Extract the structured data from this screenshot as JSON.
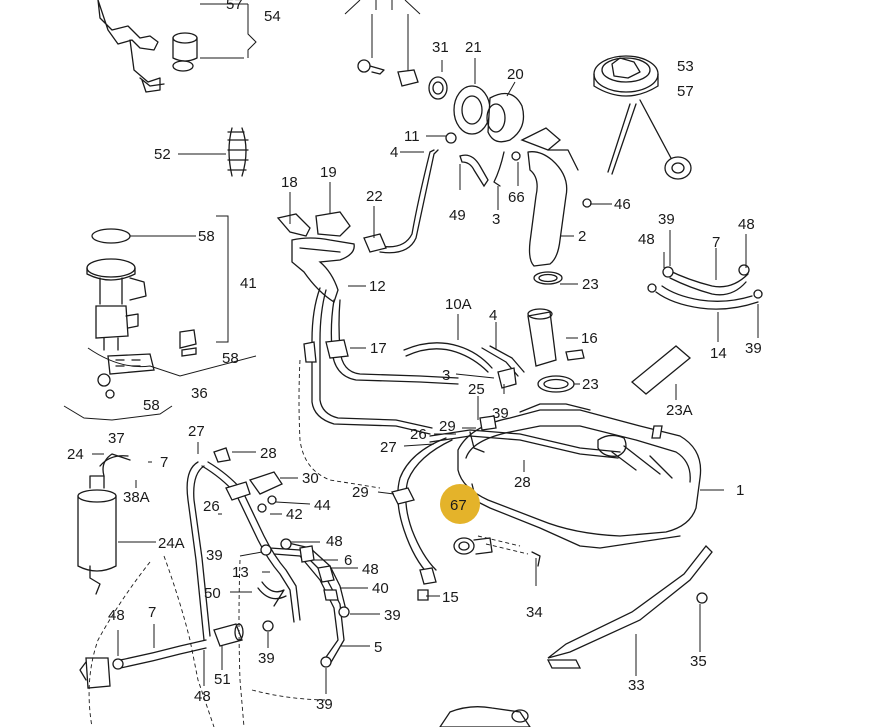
{
  "diagram": {
    "highlight_color": "#e4b32a",
    "highlighted_label": "67",
    "labels": [
      "57",
      "54",
      "31",
      "21",
      "20",
      "53",
      "57",
      "11",
      "4",
      "52",
      "66",
      "46",
      "18",
      "19",
      "22",
      "49",
      "3",
      "2",
      "39",
      "48",
      "7",
      "48",
      "58",
      "12",
      "23",
      "41",
      "10A",
      "4",
      "16",
      "17",
      "3",
      "23",
      "58",
      "36",
      "25",
      "39",
      "14",
      "39",
      "58",
      "23A",
      "37",
      "29",
      "27",
      "26",
      "28",
      "1",
      "27",
      "24",
      "7",
      "28",
      "38A",
      "30",
      "29",
      "44",
      "42",
      "26",
      "24A",
      "48",
      "39",
      "6",
      "13",
      "48",
      "40",
      "50",
      "15",
      "34",
      "48",
      "7",
      "39",
      "5",
      "39",
      "35",
      "51",
      "48",
      "33",
      "39"
    ]
  }
}
